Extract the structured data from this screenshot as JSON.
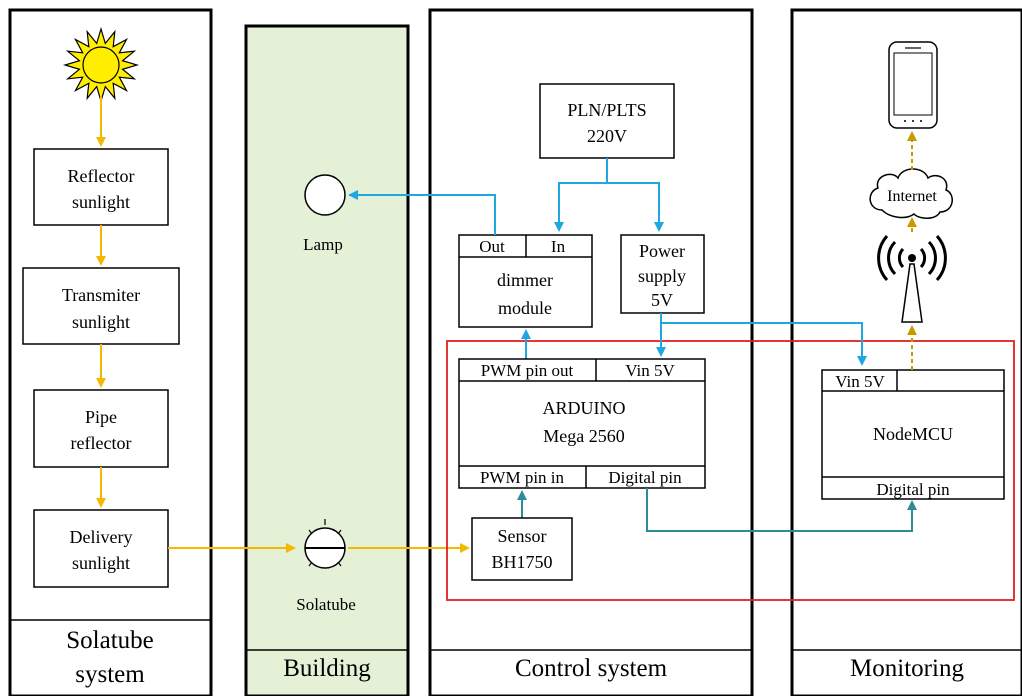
{
  "columns": {
    "solatube": {
      "title_line1": "Solatube",
      "title_line2": "system"
    },
    "building": {
      "title": "Building"
    },
    "control": {
      "title": "Control system"
    },
    "monitoring": {
      "title": "Monitoring"
    }
  },
  "solatube_chain": [
    {
      "line1": "Reflector",
      "line2": "sunlight"
    },
    {
      "line1": "Transmiter",
      "line2": "sunlight"
    },
    {
      "line1": "Pipe",
      "line2": "reflector"
    },
    {
      "line1": "Delivery",
      "line2": "sunlight"
    }
  ],
  "building": {
    "lamp_label": "Lamp",
    "solatube_label": "Solatube"
  },
  "control": {
    "source": {
      "line1": "PLN/PLTS",
      "line2": "220V"
    },
    "dimmer": {
      "out": "Out",
      "in": "In",
      "line1": "dimmer",
      "line2": "module"
    },
    "power_supply": {
      "line1": "Power",
      "line2": "supply",
      "line3": "5V"
    },
    "arduino": {
      "pwm_out": "PWM pin out",
      "vin": "Vin 5V",
      "line1": "ARDUINO",
      "line2": "Mega 2560",
      "pwm_in": "PWM pin in",
      "digital": "Digital pin"
    },
    "sensor": {
      "line1": "Sensor",
      "line2": "BH1750"
    }
  },
  "monitoring": {
    "internet": "Internet",
    "nodemcu": {
      "vin": "Vin 5V",
      "label": "NodeMCU",
      "digital": "Digital pin"
    }
  },
  "colors": {
    "sunlight": "#f5b800",
    "power": "#1fa7e0",
    "signal": "#2e8b9a",
    "wireless": "#c89a00",
    "boundary": "#e02020",
    "building_fill": "#e4f1d6"
  }
}
